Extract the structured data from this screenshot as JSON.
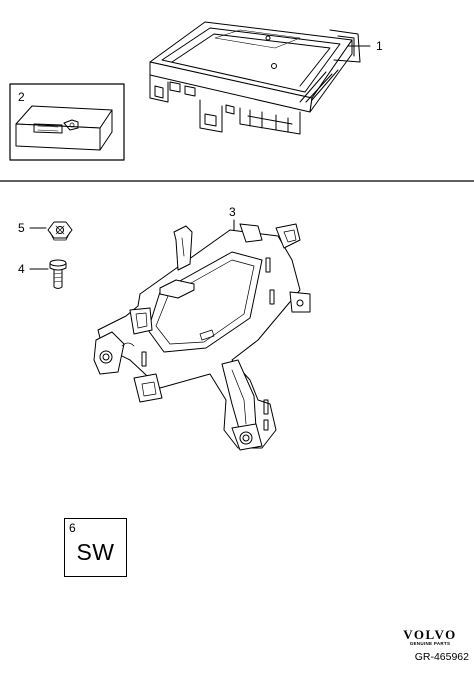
{
  "parts": [
    {
      "callout": "1"
    },
    {
      "callout": "2"
    },
    {
      "callout": "3"
    },
    {
      "callout": "4"
    },
    {
      "callout": "5"
    },
    {
      "callout": "6",
      "label": "SW"
    }
  ],
  "brand": {
    "logo": "VOLVO",
    "tagline": "GENUINE PARTS"
  },
  "reference": "GR-465962"
}
